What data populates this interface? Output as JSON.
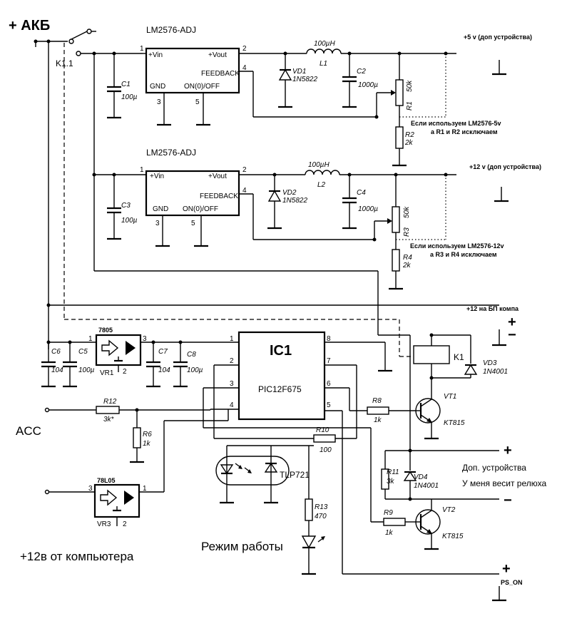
{
  "labels": {
    "akb": "+ АКБ",
    "k11": "K1.1",
    "acc": "ACC",
    "pc12": "+12в от компьютера",
    "mode": "Режим работы",
    "ic1_name": "IC1",
    "ic1_part": "PIC12F675",
    "reg1_title": "LM2576-ADJ",
    "reg2_title": "LM2576-ADJ",
    "reg_vin": "+Vin",
    "reg_vout": "+Vout",
    "reg_fb": "FEEDBACK",
    "reg_gnd": "GND",
    "reg_onoff": "ON(0)/OFF",
    "out5": "+5 v (доп устройства)",
    "out12": "+12 v (доп устройства)",
    "note5_line1": "Если используем LM2576-5v",
    "note5_line2": "а R1 и R2 исключаем",
    "note12_line1": "Если используем LM2576-12v",
    "note12_line2": "а R3 и R4 исключаем",
    "psu": "+12 на БП компа",
    "dop_line1": "Доп. устройства",
    "dop_line2": "У меня весит релюха",
    "ps_on": "PS_ON",
    "plus": "+",
    "minus": "−",
    "tlp": "TLP721",
    "k1": "K1"
  },
  "components": {
    "L1": "L1",
    "L1v": "100µH",
    "L2": "L2",
    "L2v": "100µH",
    "C1": "C1",
    "C1v": "100µ",
    "C2": "C2",
    "C2v": "1000µ",
    "C3": "C3",
    "C3v": "100µ",
    "C4": "C4",
    "C4v": "1000µ",
    "C5": "C5",
    "C5v": "100µ",
    "C6": "C6",
    "C6v": "104",
    "C7": "C7",
    "C7v": "104",
    "C8": "C8",
    "C8v": "100µ",
    "VD1": "VD1",
    "VD1v": "1N5822",
    "VD2": "VD2",
    "VD2v": "1N5822",
    "VD3": "VD3",
    "VD3v": "1N4001",
    "VD4": "VD4",
    "VD4v": "1N4001",
    "R1": "R1",
    "R1v": "50k",
    "R2": "R2",
    "R2v": "2k",
    "R3": "R3",
    "R3v": "50k",
    "R4": "R4",
    "R4v": "2k",
    "R6": "R6",
    "R6v": "1k",
    "R8": "R8",
    "R8v": "1k",
    "R9": "R9",
    "R9v": "1k",
    "R10": "R10",
    "R10v": "100",
    "R11": "R11",
    "R11v": "3k",
    "R12": "R12",
    "R12v": "3k*",
    "R13": "R13",
    "R13v": "470",
    "VR1": "VR1",
    "VR1v": "7805",
    "VR3": "VR3",
    "VR3v": "78L05",
    "VT1": "VT1",
    "VT1v": "KT815",
    "VT2": "VT2",
    "VT2v": "KT815"
  },
  "pins": {
    "p1": "1",
    "p2": "2",
    "p3": "3",
    "p4": "4",
    "p5": "5",
    "p6": "6",
    "p7": "7",
    "p8": "8"
  }
}
